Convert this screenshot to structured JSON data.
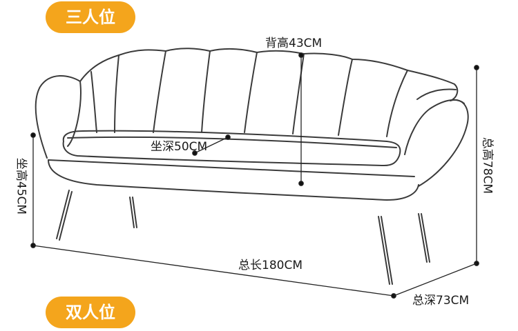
{
  "badges": {
    "top": "三人位",
    "bottom": "双人位"
  },
  "dimensions": {
    "back_height": "背高43CM",
    "seat_depth": "坐深50CM",
    "seat_height": "坐高45CM",
    "total_height": "总高78CM",
    "total_length": "总长180CM",
    "total_depth": "总深73CM"
  },
  "colors": {
    "badge": "#f4a51c",
    "line": "#222222"
  }
}
